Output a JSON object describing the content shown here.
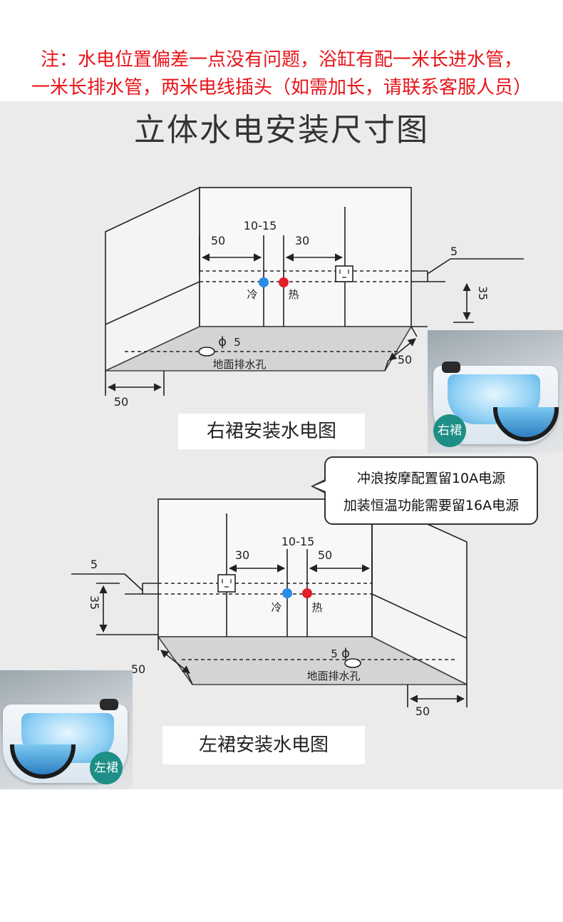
{
  "note": {
    "line1": "注：水电位置偏差一点没有问题，浴缸有配一米长进水管，",
    "line2": "一米长排水管，两米电线插头（如需加长，请联系客服人员）"
  },
  "title": "立体水电安装尺寸图",
  "right_skirt": {
    "caption": "右裙安装水电图",
    "badge": "右裙",
    "labels": {
      "range": "10-15",
      "left_offset": "50",
      "gap_right": "30",
      "height_small": "5",
      "height": "35",
      "drain_diameter": "5",
      "drain_symbol": "ϕ",
      "drain": "地面排水孔",
      "floor_side": "50",
      "floor_left": "50",
      "cold": "冷",
      "hot": "热"
    }
  },
  "left_skirt": {
    "caption": "左裙安装水电图",
    "badge": "左裙",
    "labels": {
      "range": "10-15",
      "gap_left": "30",
      "right_offset": "50",
      "height_small": "5",
      "height": "35",
      "drain_diameter": "5",
      "drain_symbol": "ϕ",
      "drain": "地面排水孔",
      "floor_side": "50",
      "floor_right": "50",
      "cold": "冷",
      "hot": "热"
    }
  },
  "power_note": {
    "line1": "冲浪按摩配置留10A电源",
    "line2": "加装恒温功能需要留16A电源"
  },
  "colors": {
    "note_red": "#e8141a",
    "cold_blue": "#2a8be6",
    "hot_red": "#e2202a",
    "badge_teal": "#1e8f86",
    "panel_gray": "#ebebeb"
  }
}
